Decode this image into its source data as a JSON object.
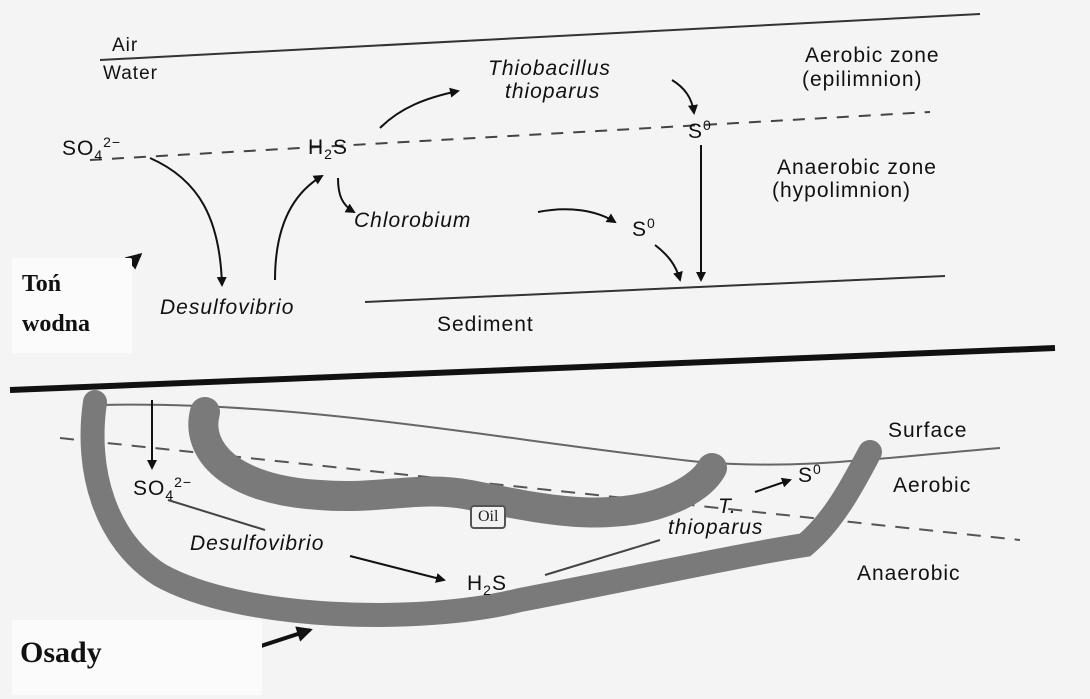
{
  "top_panel": {
    "air": "Air",
    "water": "Water",
    "sulfate_base": "SO",
    "sulfate_sub": "4",
    "sulfate_sup": "2−",
    "h2s_base": "H",
    "h2s_sub": "2",
    "h2s_tail": "S",
    "thiobacillus_line1": "Thiobacillus",
    "thiobacillus_line2": "thioparus",
    "s0_upper_base": "S",
    "s0_upper_sup": "0",
    "aerobic_line1": "Aerobic zone",
    "aerobic_line2": "(epilimnion)",
    "anaerobic_line1": "Anaerobic zone",
    "anaerobic_line2": "(hypolimnion)",
    "chlorobium": "Chlorobium",
    "s0_lower_base": "S",
    "s0_lower_sup": "0",
    "desulfovibrio": "Desulfovibrio",
    "sediment": "Sediment",
    "tag_line1": "Toń",
    "tag_line2": "wodna"
  },
  "bottom_panel": {
    "surface": "Surface",
    "aerobic": "Aerobic",
    "anaerobic": "Anaerobic",
    "oil": "Oil",
    "sulfate_base": "SO",
    "sulfate_sub": "4",
    "sulfate_sup": "2−",
    "desulfovibrio": "Desulfovibrio",
    "h2s_base": "H",
    "h2s_sub": "2",
    "h2s_tail": "S",
    "t_label": "T.",
    "thioparus": "thioparus",
    "s0_base": "S",
    "s0_sup": "0",
    "tag": "Osady"
  },
  "colors": {
    "background": "#f4f4f4",
    "ink": "#111111",
    "band": "#7a7a7a"
  }
}
